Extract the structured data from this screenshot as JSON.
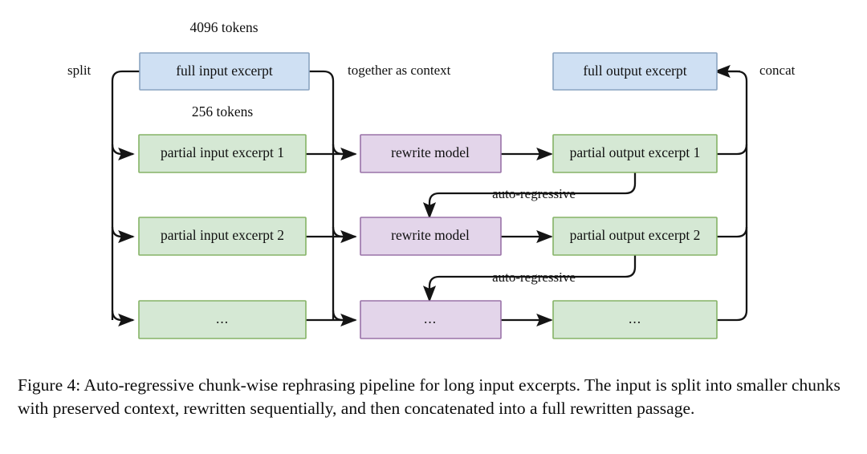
{
  "figure": {
    "caption_prefix": "Figure 4:",
    "caption_text": "Auto-regressive chunk-wise rephrasing pipeline for long input excerpts. The input is split into smaller chunks with preserved context, rewritten sequentially, and then concatenated into a full rewritten passage."
  },
  "annotations": {
    "tokens_full": "4096 tokens",
    "tokens_partial": "256 tokens",
    "split": "split",
    "together_as_context": "together as context",
    "concat": "concat",
    "auto_regressive_1": "auto-regressive",
    "auto_regressive_2": "auto-regressive"
  },
  "nodes": {
    "full_input": "full input excerpt",
    "full_output": "full output excerpt",
    "partial_input_1": "partial input excerpt 1",
    "partial_input_2": "partial input excerpt 2",
    "partial_input_3": "...",
    "rewrite_model_1": "rewrite model",
    "rewrite_model_2": "rewrite model",
    "rewrite_model_3": "...",
    "partial_output_1": "partial output excerpt 1",
    "partial_output_2": "partial output excerpt 2",
    "partial_output_3": "..."
  },
  "colors": {
    "blue_fill": "#cfe0f3",
    "blue_stroke": "#8aa4c1",
    "green_fill": "#d5e8d4",
    "green_stroke": "#85b366",
    "purple_fill": "#e3d5ea",
    "purple_stroke": "#9a73a8",
    "edge": "#141414",
    "background": "#ffffff"
  }
}
